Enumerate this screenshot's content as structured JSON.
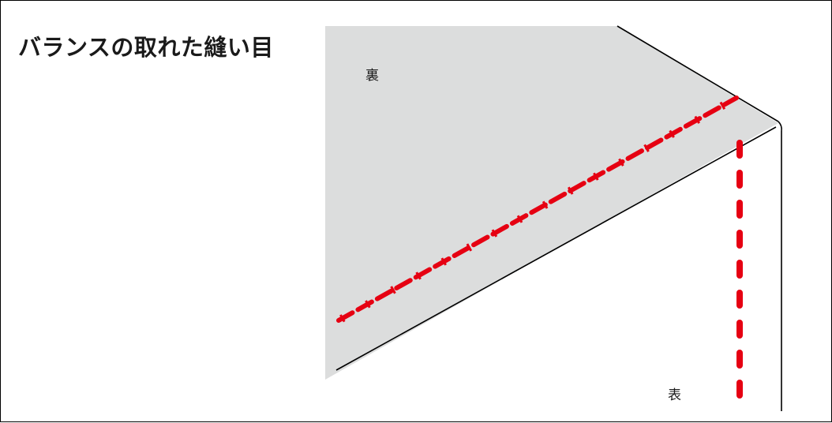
{
  "title": "バランスの取れた縫い目",
  "labels": {
    "back": "裏",
    "front": "表"
  },
  "colors": {
    "fabric_back": "#dcdddd",
    "outline": "#000000",
    "stitch": "#e60012"
  }
}
